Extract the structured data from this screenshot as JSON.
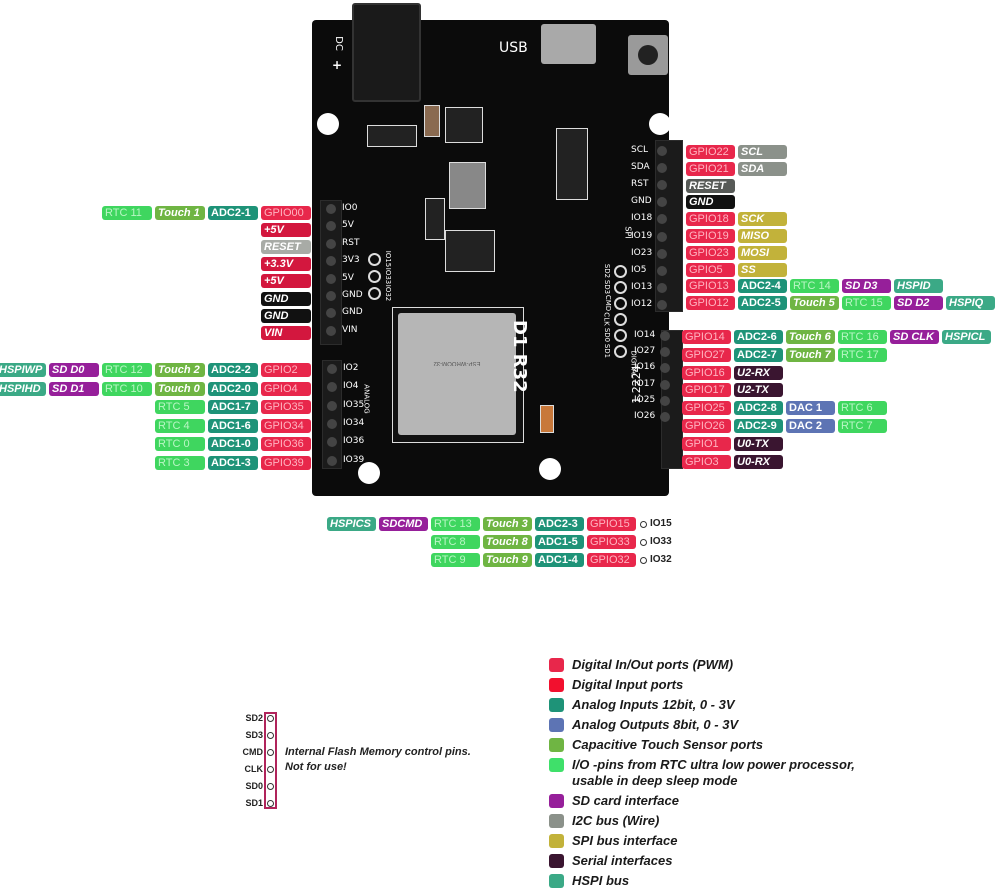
{
  "board": {
    "name_silk": "D1 R32",
    "usb_silk": "USB",
    "dc_silk": "DC",
    "plus_silk": "+",
    "date_silk": "1.2224",
    "digital_silk": "DIGITAL",
    "analog_silk": "ANALOG",
    "spi_silk": "SPI",
    "module_text": "ESP-WROOM-32",
    "left_power_header": [
      "IO0",
      "5V",
      "RST",
      "3V3",
      "5V",
      "GND",
      "GND",
      "VIN"
    ],
    "left_analog_header": [
      "IO2",
      "IO4",
      "IO35",
      "IO34",
      "IO36",
      "IO39"
    ],
    "right_top_header": [
      "SCL",
      "SDA",
      "RST",
      "GND",
      "IO18",
      "IO19",
      "IO23",
      "IO5",
      "IO13",
      "IO12"
    ],
    "right_digital_header": [
      "IO14",
      "IO27",
      "IO16",
      "IO17",
      "IO25",
      "IO26"
    ],
    "center_pads": [
      "IO15",
      "IO33",
      "IO32"
    ],
    "flash_pads": [
      "SD2",
      "SD3",
      "CMD",
      "CLK",
      "SD0",
      "SD1"
    ]
  },
  "left_power_labels": [
    [
      {
        "t": "RTC 11",
        "c": "rtc"
      },
      {
        "t": "Touch 1",
        "c": "touch"
      },
      {
        "t": "ADC2-1",
        "c": "adc"
      },
      {
        "t": "GPIO00",
        "c": "gpio"
      }
    ],
    [
      {
        "t": "+5V",
        "c": "pwr"
      }
    ],
    [
      {
        "t": "RESET",
        "c": "rst"
      }
    ],
    [
      {
        "t": "+3.3V",
        "c": "pwr"
      }
    ],
    [
      {
        "t": "+5V",
        "c": "pwr"
      }
    ],
    [
      {
        "t": "GND",
        "c": "gnd"
      }
    ],
    [
      {
        "t": "GND",
        "c": "gnd"
      }
    ],
    [
      {
        "t": "VIN",
        "c": "pwr"
      }
    ]
  ],
  "left_analog_labels": [
    [
      {
        "t": "HSPIWP",
        "c": "hspi"
      },
      {
        "t": "SD D0",
        "c": "sd"
      },
      {
        "t": "RTC 12",
        "c": "rtc"
      },
      {
        "t": "Touch 2",
        "c": "touch"
      },
      {
        "t": "ADC2-2",
        "c": "adc"
      },
      {
        "t": "GPIO2",
        "c": "gpio"
      }
    ],
    [
      {
        "t": "HSPIHD",
        "c": "hspi"
      },
      {
        "t": "SD D1",
        "c": "sd"
      },
      {
        "t": "RTC 10",
        "c": "rtc"
      },
      {
        "t": "Touch 0",
        "c": "touch"
      },
      {
        "t": "ADC2-0",
        "c": "adc"
      },
      {
        "t": "GPIO4",
        "c": "gpio"
      }
    ],
    [
      {
        "t": "RTC 5",
        "c": "rtc"
      },
      {
        "t": "ADC1-7",
        "c": "adc"
      },
      {
        "t": "GPIO35",
        "c": "gpio"
      }
    ],
    [
      {
        "t": "RTC 4",
        "c": "rtc"
      },
      {
        "t": "ADC1-6",
        "c": "adc"
      },
      {
        "t": "GPIO34",
        "c": "gpio"
      }
    ],
    [
      {
        "t": "RTC 0",
        "c": "rtc"
      },
      {
        "t": "ADC1-0",
        "c": "adc"
      },
      {
        "t": "GPIO36",
        "c": "gpio"
      }
    ],
    [
      {
        "t": "RTC 3",
        "c": "rtc"
      },
      {
        "t": "ADC1-3",
        "c": "adc"
      },
      {
        "t": "GPIO39",
        "c": "gpio"
      }
    ]
  ],
  "right_top_labels": [
    [
      {
        "t": "GPIO22",
        "c": "gpio"
      },
      {
        "t": "SCL",
        "c": "i2c"
      }
    ],
    [
      {
        "t": "GPIO21",
        "c": "gpio"
      },
      {
        "t": "SDA",
        "c": "i2c"
      }
    ],
    [
      {
        "t": "RESET",
        "c": "rst2"
      }
    ],
    [
      {
        "t": "GND",
        "c": "gnd"
      }
    ],
    [
      {
        "t": "GPIO18",
        "c": "gpio"
      },
      {
        "t": "SCK",
        "c": "spi"
      }
    ],
    [
      {
        "t": "GPIO19",
        "c": "gpio"
      },
      {
        "t": "MISO",
        "c": "spi"
      }
    ],
    [
      {
        "t": "GPIO23",
        "c": "gpio"
      },
      {
        "t": "MOSI",
        "c": "spi"
      }
    ],
    [
      {
        "t": "GPIO5",
        "c": "gpio"
      },
      {
        "t": "SS",
        "c": "spi"
      }
    ],
    [
      {
        "t": "GPIO13",
        "c": "gpio"
      },
      {
        "t": "ADC2-4",
        "c": "adc"
      },
      {
        "t": "RTC 14",
        "c": "rtc"
      },
      {
        "t": "SD D3",
        "c": "sd"
      },
      {
        "t": "HSPID",
        "c": "hspi"
      }
    ],
    [
      {
        "t": "GPIO12",
        "c": "gpio"
      },
      {
        "t": "ADC2-5",
        "c": "adc"
      },
      {
        "t": "Touch 5",
        "c": "touch"
      },
      {
        "t": "RTC 15",
        "c": "rtc"
      },
      {
        "t": "SD D2",
        "c": "sd"
      },
      {
        "t": "HSPIQ",
        "c": "hspi"
      }
    ]
  ],
  "right_digital_labels": [
    [
      {
        "t": "GPIO14",
        "c": "gpio"
      },
      {
        "t": "ADC2-6",
        "c": "adc"
      },
      {
        "t": "Touch 6",
        "c": "touch"
      },
      {
        "t": "RTC 16",
        "c": "rtc"
      },
      {
        "t": "SD CLK",
        "c": "sd"
      },
      {
        "t": "HSPICL",
        "c": "hspi"
      }
    ],
    [
      {
        "t": "GPIO27",
        "c": "gpio"
      },
      {
        "t": "ADC2-7",
        "c": "adc"
      },
      {
        "t": "Touch 7",
        "c": "touch"
      },
      {
        "t": "RTC 17",
        "c": "rtc"
      }
    ],
    [
      {
        "t": "GPIO16",
        "c": "gpio"
      },
      {
        "t": "U2-RX",
        "c": "ser"
      }
    ],
    [
      {
        "t": "GPIO17",
        "c": "gpio"
      },
      {
        "t": "U2-TX",
        "c": "ser"
      }
    ],
    [
      {
        "t": "GPIO25",
        "c": "gpio"
      },
      {
        "t": "ADC2-8",
        "c": "adc"
      },
      {
        "t": "DAC 1",
        "c": "dac"
      },
      {
        "t": "RTC 6",
        "c": "rtc"
      }
    ],
    [
      {
        "t": "GPIO26",
        "c": "gpio"
      },
      {
        "t": "ADC2-9",
        "c": "adc"
      },
      {
        "t": "DAC 2",
        "c": "dac"
      },
      {
        "t": "RTC 7",
        "c": "rtc"
      }
    ],
    [
      {
        "t": "GPIO1",
        "c": "gpio"
      },
      {
        "t": "U0-TX",
        "c": "ser"
      }
    ],
    [
      {
        "t": "GPIO3",
        "c": "gpio"
      },
      {
        "t": "U0-RX",
        "c": "ser"
      }
    ]
  ],
  "center_labels": [
    {
      "io": "IO15",
      "labels": [
        {
          "t": "HSPICS",
          "c": "hspi"
        },
        {
          "t": "SDCMD",
          "c": "sd"
        },
        {
          "t": "RTC 13",
          "c": "rtc"
        },
        {
          "t": "Touch 3",
          "c": "touch"
        },
        {
          "t": "ADC2-3",
          "c": "adc"
        },
        {
          "t": "GPIO15",
          "c": "gpio"
        }
      ]
    },
    {
      "io": "IO33",
      "labels": [
        {
          "t": "RTC 8",
          "c": "rtc"
        },
        {
          "t": "Touch 8",
          "c": "touch"
        },
        {
          "t": "ADC1-5",
          "c": "adc"
        },
        {
          "t": "GPIO33",
          "c": "gpio"
        }
      ]
    },
    {
      "io": "IO32",
      "labels": [
        {
          "t": "RTC 9",
          "c": "rtc"
        },
        {
          "t": "Touch 9",
          "c": "touch"
        },
        {
          "t": "ADC1-4",
          "c": "adc"
        },
        {
          "t": "GPIO32",
          "c": "gpio"
        }
      ]
    }
  ],
  "flash": {
    "pins": [
      "SD2",
      "SD3",
      "CMD",
      "CLK",
      "SD0",
      "SD1"
    ],
    "note_line1": "Internal Flash Memory control pins.",
    "note_line2": "Not for use!"
  },
  "legend": [
    {
      "color": "#e8274b",
      "text": "Digital In/Out ports (PWM)"
    },
    {
      "color": "#f2102e",
      "text": "Digital Input ports"
    },
    {
      "color": "#1e9378",
      "text": "Analog Inputs 12bit, 0 - 3V"
    },
    {
      "color": "#5d74b4",
      "text": "Analog Outputs 8bit, 0 - 3V"
    },
    {
      "color": "#6fb543",
      "text": "Capacitive Touch Sensor ports"
    },
    {
      "color": "#3fe06a",
      "text": "I/O -pins from RTC ultra low power processor,",
      "text2": "usable in deep sleep mode"
    },
    {
      "color": "#961f9a",
      "text": "SD card interface"
    },
    {
      "color": "#8b918a",
      "text": "I2C bus (Wire)"
    },
    {
      "color": "#c2b23a",
      "text": "SPI bus interface"
    },
    {
      "color": "#3a1530",
      "text": "Serial interfaces"
    },
    {
      "color": "#3ba986",
      "text": "HSPI bus"
    }
  ],
  "colors": {
    "gpio": "#e8274b",
    "pwr": "#d3173e",
    "gnd": "#111111",
    "rst": "#a8aba6",
    "rst2": "#575a57",
    "adc": "#1e9378",
    "dac": "#5d74b4",
    "touch": "#6fb543",
    "rtc": "#3fd65f",
    "sd": "#961f9a",
    "i2c": "#8b918a",
    "spi": "#c2b23a",
    "ser": "#3a1530",
    "hspi": "#3ba986"
  }
}
